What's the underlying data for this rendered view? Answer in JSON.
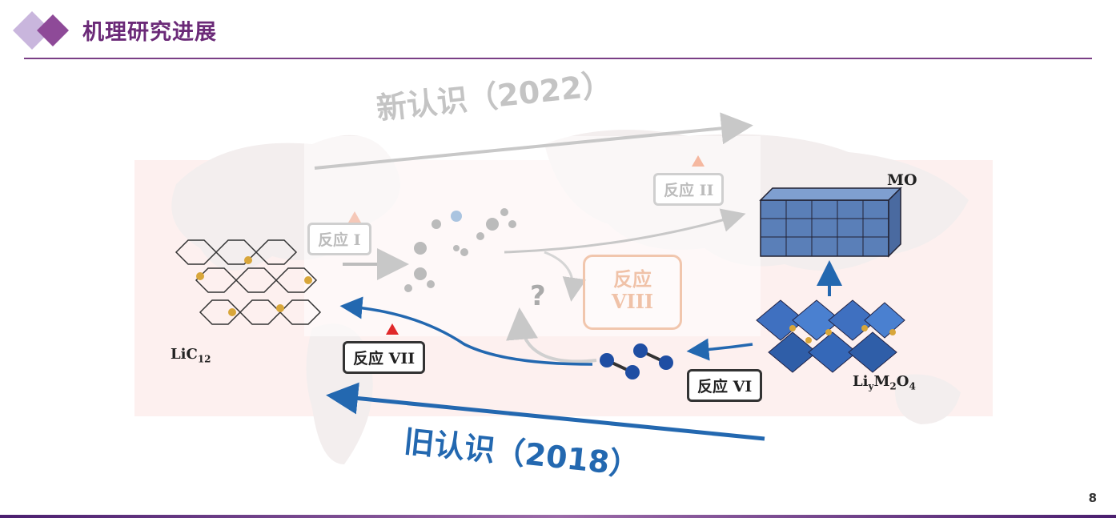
{
  "header": {
    "title": "机理研究进展"
  },
  "diagram": {
    "caption_new": "新认识（2022）",
    "caption_old": "旧认识（2018）",
    "labels": {
      "reaction_1": "反应 I",
      "reaction_2": "反应 II",
      "reaction_6": "反应 VI",
      "reaction_7": "反应 VII",
      "reaction_8_line1": "反应",
      "reaction_8_line2": "VIII",
      "question": "?",
      "mo": "MO"
    },
    "chemicals": {
      "licx_prefix": "LiC",
      "licx_sub": "12",
      "lim2o4_prefix": "Li",
      "lim2o4_sub1": "y",
      "lim2o4_mid": "M",
      "lim2o4_sub2": "2",
      "lim2o4_mid2": "O",
      "lim2o4_sub3": "4"
    },
    "colors": {
      "blue_arrow": "#2368b0",
      "gray_arrow": "#c8c8c8",
      "title_purple": "#6b2a78",
      "red_marker": "#e0282a",
      "peach_marker": "#f5b8a0"
    }
  },
  "footer": {
    "page_number": "8"
  }
}
